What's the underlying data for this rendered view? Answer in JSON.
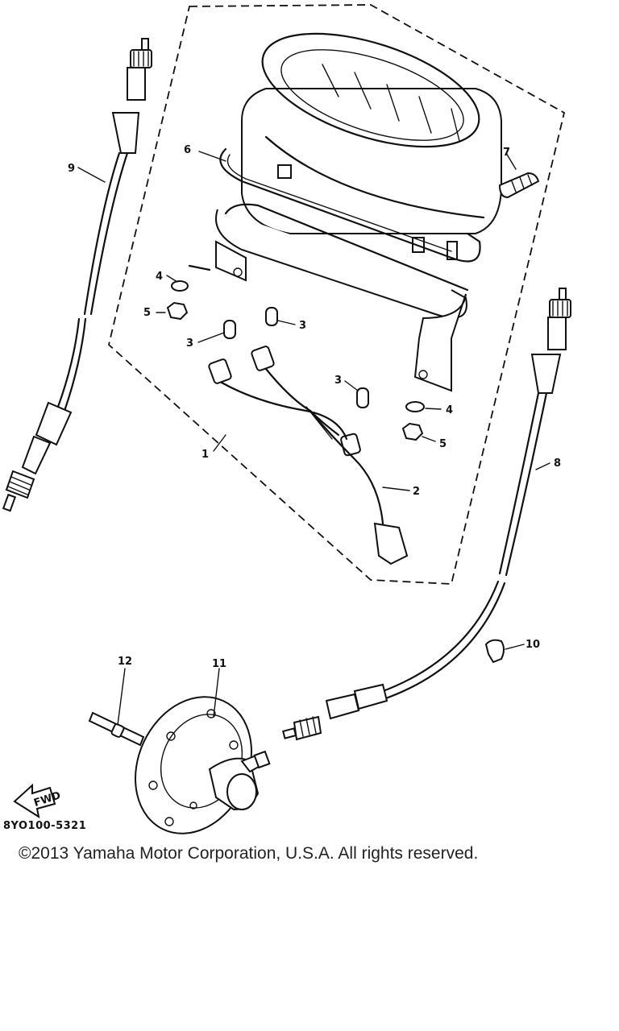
{
  "callouts": {
    "c1": "1",
    "c2": "2",
    "c3a": "3",
    "c3b": "3",
    "c3c": "3",
    "c4a": "4",
    "c4b": "4",
    "c5a": "5",
    "c5b": "5",
    "c6": "6",
    "c7": "7",
    "c8": "8",
    "c9": "9",
    "c10": "10",
    "c11": "11",
    "c12": "12"
  },
  "fwd_label": "FWD",
  "drawing_code": "8YO100-5321",
  "copyright": "©2013 Yamaha Motor Corporation, U.S.A. All rights reserved."
}
